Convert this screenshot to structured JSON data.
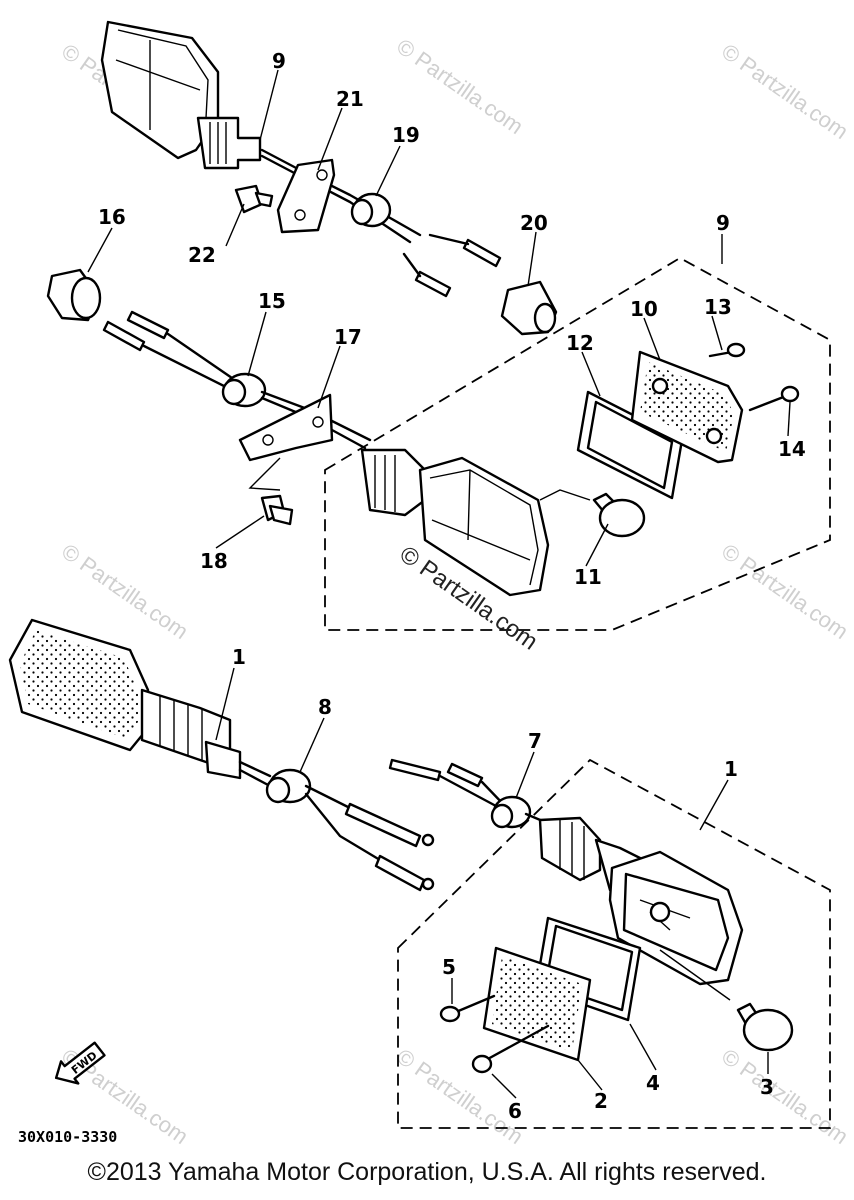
{
  "diagram_code": "30X010-3330",
  "fwd_label": "FWD",
  "watermark_main": "© Partzilla.com",
  "watermark_faint": "© Partzilla.com",
  "copyright": "©2013 Yamaha Motor Corporation, U.S.A. All rights reserved.",
  "callouts": {
    "p1a": "1",
    "p1b": "1",
    "p2": "2",
    "p3": "3",
    "p4": "4",
    "p5": "5",
    "p6": "6",
    "p7": "7",
    "p8": "8",
    "p9a": "9",
    "p9b": "9",
    "p10": "10",
    "p11": "11",
    "p12": "12",
    "p13": "13",
    "p14": "14",
    "p15": "15",
    "p16": "16",
    "p17": "17",
    "p18": "18",
    "p19": "19",
    "p20": "20",
    "p21": "21",
    "p22": "22"
  }
}
